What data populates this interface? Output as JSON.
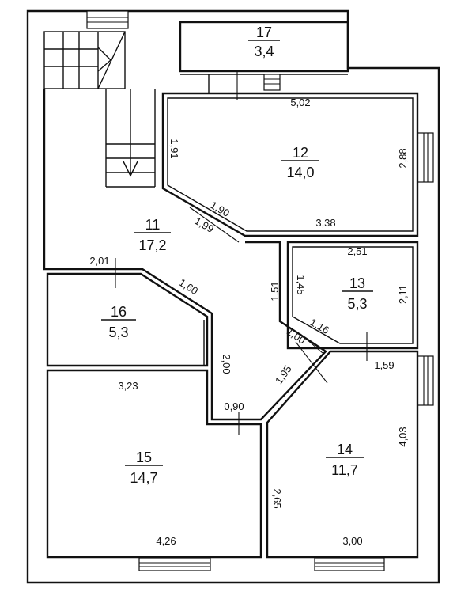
{
  "rooms": [
    {
      "id": "17",
      "number": "17",
      "area": "3,4"
    },
    {
      "id": "12",
      "number": "12",
      "area": "14,0"
    },
    {
      "id": "11",
      "number": "11",
      "area": "17,2"
    },
    {
      "id": "13",
      "number": "13",
      "area": "5,3"
    },
    {
      "id": "16",
      "number": "16",
      "area": "5,3"
    },
    {
      "id": "15",
      "number": "15",
      "area": "14,7"
    },
    {
      "id": "14",
      "number": "14",
      "area": "11,7"
    }
  ],
  "dimensions": {
    "r12_top": "5,02",
    "r12_left": "1,91",
    "r12_right": "2,88",
    "r12_diag_a": "1,90",
    "r12_diag_b": "1,99",
    "r12_bottom": "3,38",
    "r13_top": "2,51",
    "r13_left": "1,45",
    "r13_right": "2,11",
    "r13_diag": "1,16",
    "hall_vertical": "1,51",
    "hall_diag_a": "1,00",
    "hall_diag_b": "1,95",
    "r16_top": "2,01",
    "r16_diag": "1,60",
    "hall_lower_vertical": "2,00",
    "hall_bottom": "0,90",
    "r15_top": "3,23",
    "r15_bottom": "4,26",
    "r14_top": "1,59",
    "r14_right": "4,03",
    "r14_left": "2,65",
    "r14_bottom": "3,00"
  }
}
